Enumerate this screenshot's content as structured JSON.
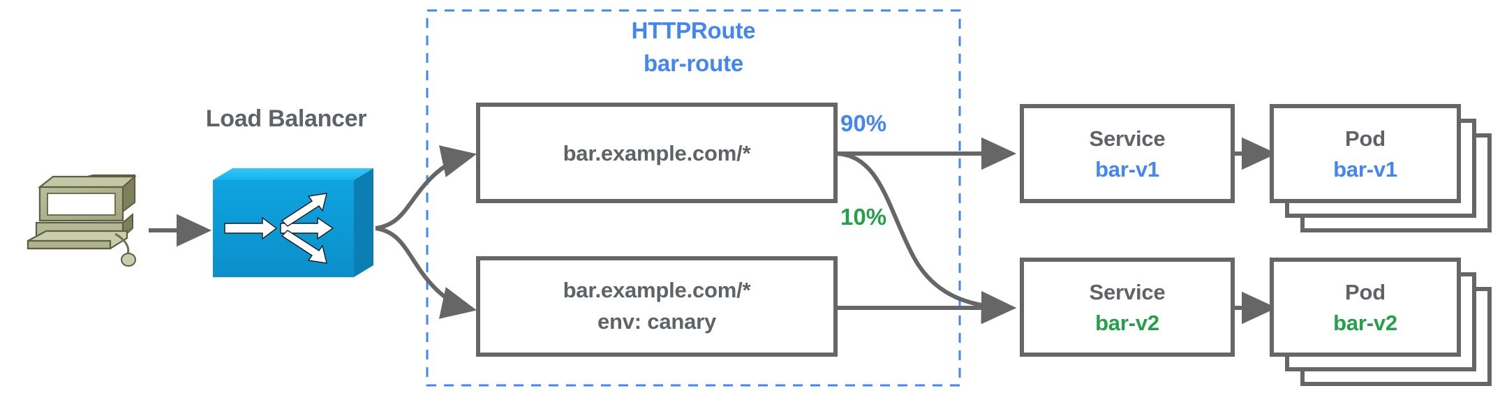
{
  "diagram": {
    "title_group": {
      "kind_label": "HTTPRoute",
      "name_label": "bar-route",
      "color": "#4285f4"
    },
    "client": {
      "icon_name": "computer-icon",
      "body_color": "#a2a87f",
      "screen_color": "#ffffff"
    },
    "load_balancer": {
      "label": "Load Balancer",
      "icon_name": "load-balancer-switch-icon",
      "color": "#0d9ddb",
      "label_color": "#5f6368"
    },
    "route_rules": [
      {
        "id": "rule-primary",
        "lines": [
          "bar.example.com/*"
        ],
        "weight_label": "90%",
        "weight_color": "#4285f4"
      },
      {
        "id": "rule-canary",
        "lines": [
          "bar.example.com/*",
          "env: canary"
        ],
        "weight_label": "10%",
        "weight_color": "#24a148"
      }
    ],
    "backends": [
      {
        "id": "backend-v1",
        "service": {
          "kind": "Service",
          "name": "bar-v1",
          "name_color": "#4285f4"
        },
        "pod": {
          "kind": "Pod",
          "name": "bar-v1",
          "name_color": "#4285f4",
          "replica_count": 3
        }
      },
      {
        "id": "backend-v2",
        "service": {
          "kind": "Service",
          "name": "bar-v2",
          "name_color": "#24a148"
        },
        "pod": {
          "kind": "Pod",
          "name": "bar-v2",
          "name_color": "#24a148",
          "replica_count": 3
        }
      }
    ],
    "colors": {
      "stroke_gray": "#666666",
      "text_gray": "#5f6368",
      "accent_blue": "#4285f4",
      "accent_green": "#24a148",
      "boundary_dash": "#4285f4",
      "background": "#ffffff"
    }
  }
}
